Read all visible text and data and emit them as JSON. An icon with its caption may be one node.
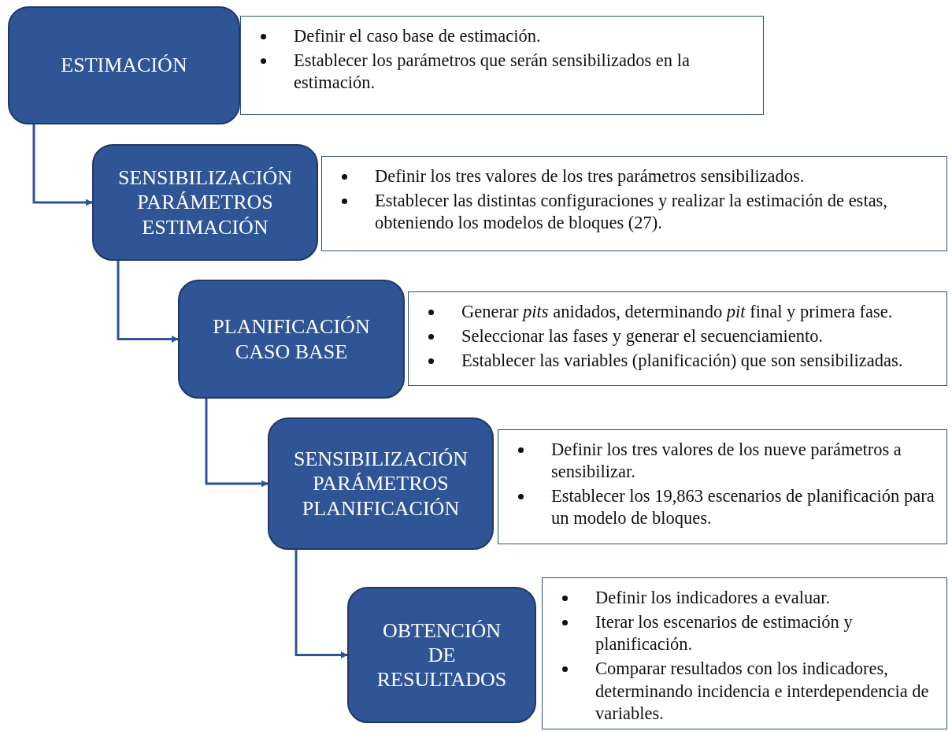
{
  "diagram": {
    "nodes": [
      {
        "text": [
          "ESTIMACIÓN"
        ]
      },
      {
        "text": [
          "Definir el caso base de estimación.",
          "Establecer los parámetros que serán sensibilizados en la estimación."
        ]
      },
      {
        "text": [
          "SENSIBILIZACIÓN PARÁMETROS ESTIMACIÓN"
        ]
      },
      {
        "text": [
          "Definir los tres valores de los tres parámetros sensibilizados.",
          "Establecer las distintas configuraciones y realizar la estimación de estas, obteniendo los modelos de bloques (27)."
        ]
      },
      {
        "text": [
          "PLANIFICACIÓN CASO BASE"
        ]
      },
      {
        "text": [
          "Generar *pits* anidados, determinando *pit* final y primera fase.",
          "Seleccionar las fases y generar el secuenciamiento.",
          "Establecer las variables (planificación) que son sensibilizadas."
        ]
      },
      {
        "text": [
          "SENSIBILIZACIÓN PARÁMETROS PLANIFICACIÓN"
        ]
      },
      {
        "text": [
          "Definir los tres valores de los nueve parámetros a sensibilizar.",
          "Establecer los 19,863 escenarios de planificación para un modelo de bloques."
        ]
      },
      {
        "text": [
          "OBTENCIÓN DE RESULTADOS"
        ]
      },
      {
        "text": [
          "Definir los indicadores a evaluar.",
          "Iterar los escenarios de estimación y planificación.",
          "Comparar resultados con los indicadores, determinando incidencia e interdependencia de variables."
        ]
      }
    ],
    "edges": [
      {
        "from": 0,
        "to": 2,
        "arrow": "to"
      },
      {
        "from": 2,
        "to": 4,
        "arrow": "to"
      },
      {
        "from": 4,
        "to": 6,
        "arrow": "to"
      },
      {
        "from": 6,
        "to": 8,
        "arrow": "to"
      }
    ]
  }
}
